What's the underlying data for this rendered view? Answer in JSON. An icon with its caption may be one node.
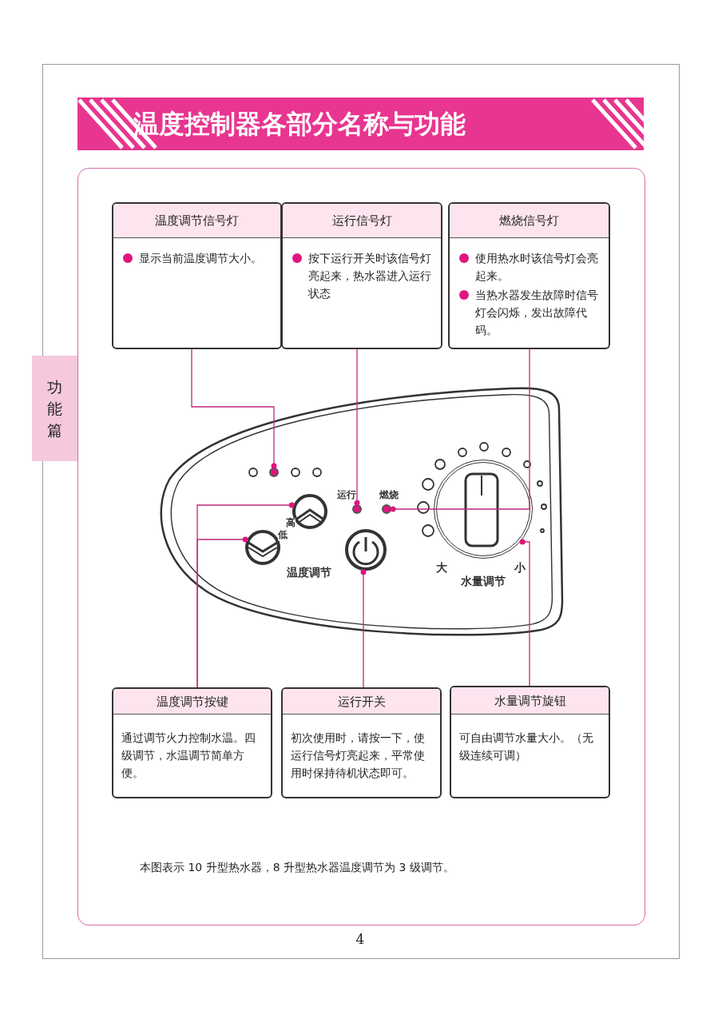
{
  "diagram": {
    "title": "温度控制器各部分名称与功能",
    "caption": "本图表示 10 升型热水器，8 升型热水器温度调节为 3 级调节。",
    "nodes": [
      {
        "text": [
          "温度调节信号灯",
          "显示当前温度调节大小。"
        ]
      },
      {
        "text": [
          "运行信号灯",
          "按下运行开关时该信号灯亮起来，热水器进入运行状态"
        ]
      },
      {
        "text": [
          "燃烧信号灯",
          "使用热水时该信号灯会亮起来。",
          "当热水器发生故障时信号灯会闪烁，发出故障代码。"
        ]
      },
      {
        "text": [
          "功能篇"
        ]
      },
      {
        "text": [],
        "shape": "picture"
      },
      {
        "text": [],
        "shape": "circle",
        "in": 4
      },
      {
        "text": [],
        "shape": "circle",
        "in": 4
      },
      {
        "text": [],
        "shape": "circle",
        "in": 4
      },
      {
        "text": [],
        "shape": "circle",
        "in": 4
      },
      {
        "text": [],
        "shape": "circle",
        "in": 4
      },
      {
        "text": [],
        "shape": "circle",
        "in": 4
      },
      {
        "text": [],
        "shape": "circle",
        "in": 4
      },
      {
        "text": [
          "温度调节按键",
          "通过调节火力控制水温。四级调节，水温调节简单方便。"
        ]
      },
      {
        "text": [
          "运行开关",
          "初次使用时，请按一下，使运行信号灯亮起来，平常使用时保持待机状态即可。"
        ]
      },
      {
        "text": [
          "水量调节旋钮",
          "可自由调节水量大小。（无级连续可调）"
        ]
      }
    ],
    "edges": [
      {
        "from": 0,
        "to": 5,
        "arrow": "other"
      },
      {
        "from": 1,
        "to": 6,
        "arrow": "other"
      },
      {
        "from": 2,
        "to": 7,
        "arrow": "other"
      },
      {
        "from": 12,
        "to": 8,
        "arrow": "other"
      },
      {
        "from": 12,
        "to": 9,
        "arrow": "other"
      },
      {
        "from": 13,
        "to": 10,
        "arrow": "other"
      },
      {
        "from": 14,
        "to": 11,
        "arrow": "other"
      }
    ],
    "labels": [
      "运行",
      "燃烧",
      "高",
      "低",
      "温度调节",
      "大",
      "小",
      "水量调节",
      "4"
    ]
  }
}
